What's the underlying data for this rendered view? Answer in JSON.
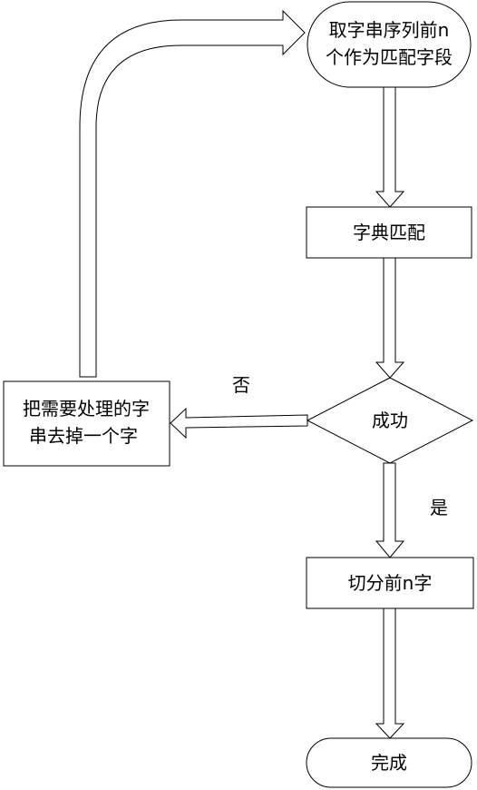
{
  "nodes": {
    "start": {
      "line1": "取字串序列前n",
      "line2": "个作为匹配字段"
    },
    "dict_match": {
      "label": "字典匹配"
    },
    "decision": {
      "label": "成功"
    },
    "remove_char": {
      "line1": "把需要处理的字",
      "line2": "串去掉一个字"
    },
    "cut_prefix": {
      "label": "切分前n字"
    },
    "done": {
      "label": "完成"
    }
  },
  "edge_labels": {
    "no": "否",
    "yes": "是"
  }
}
